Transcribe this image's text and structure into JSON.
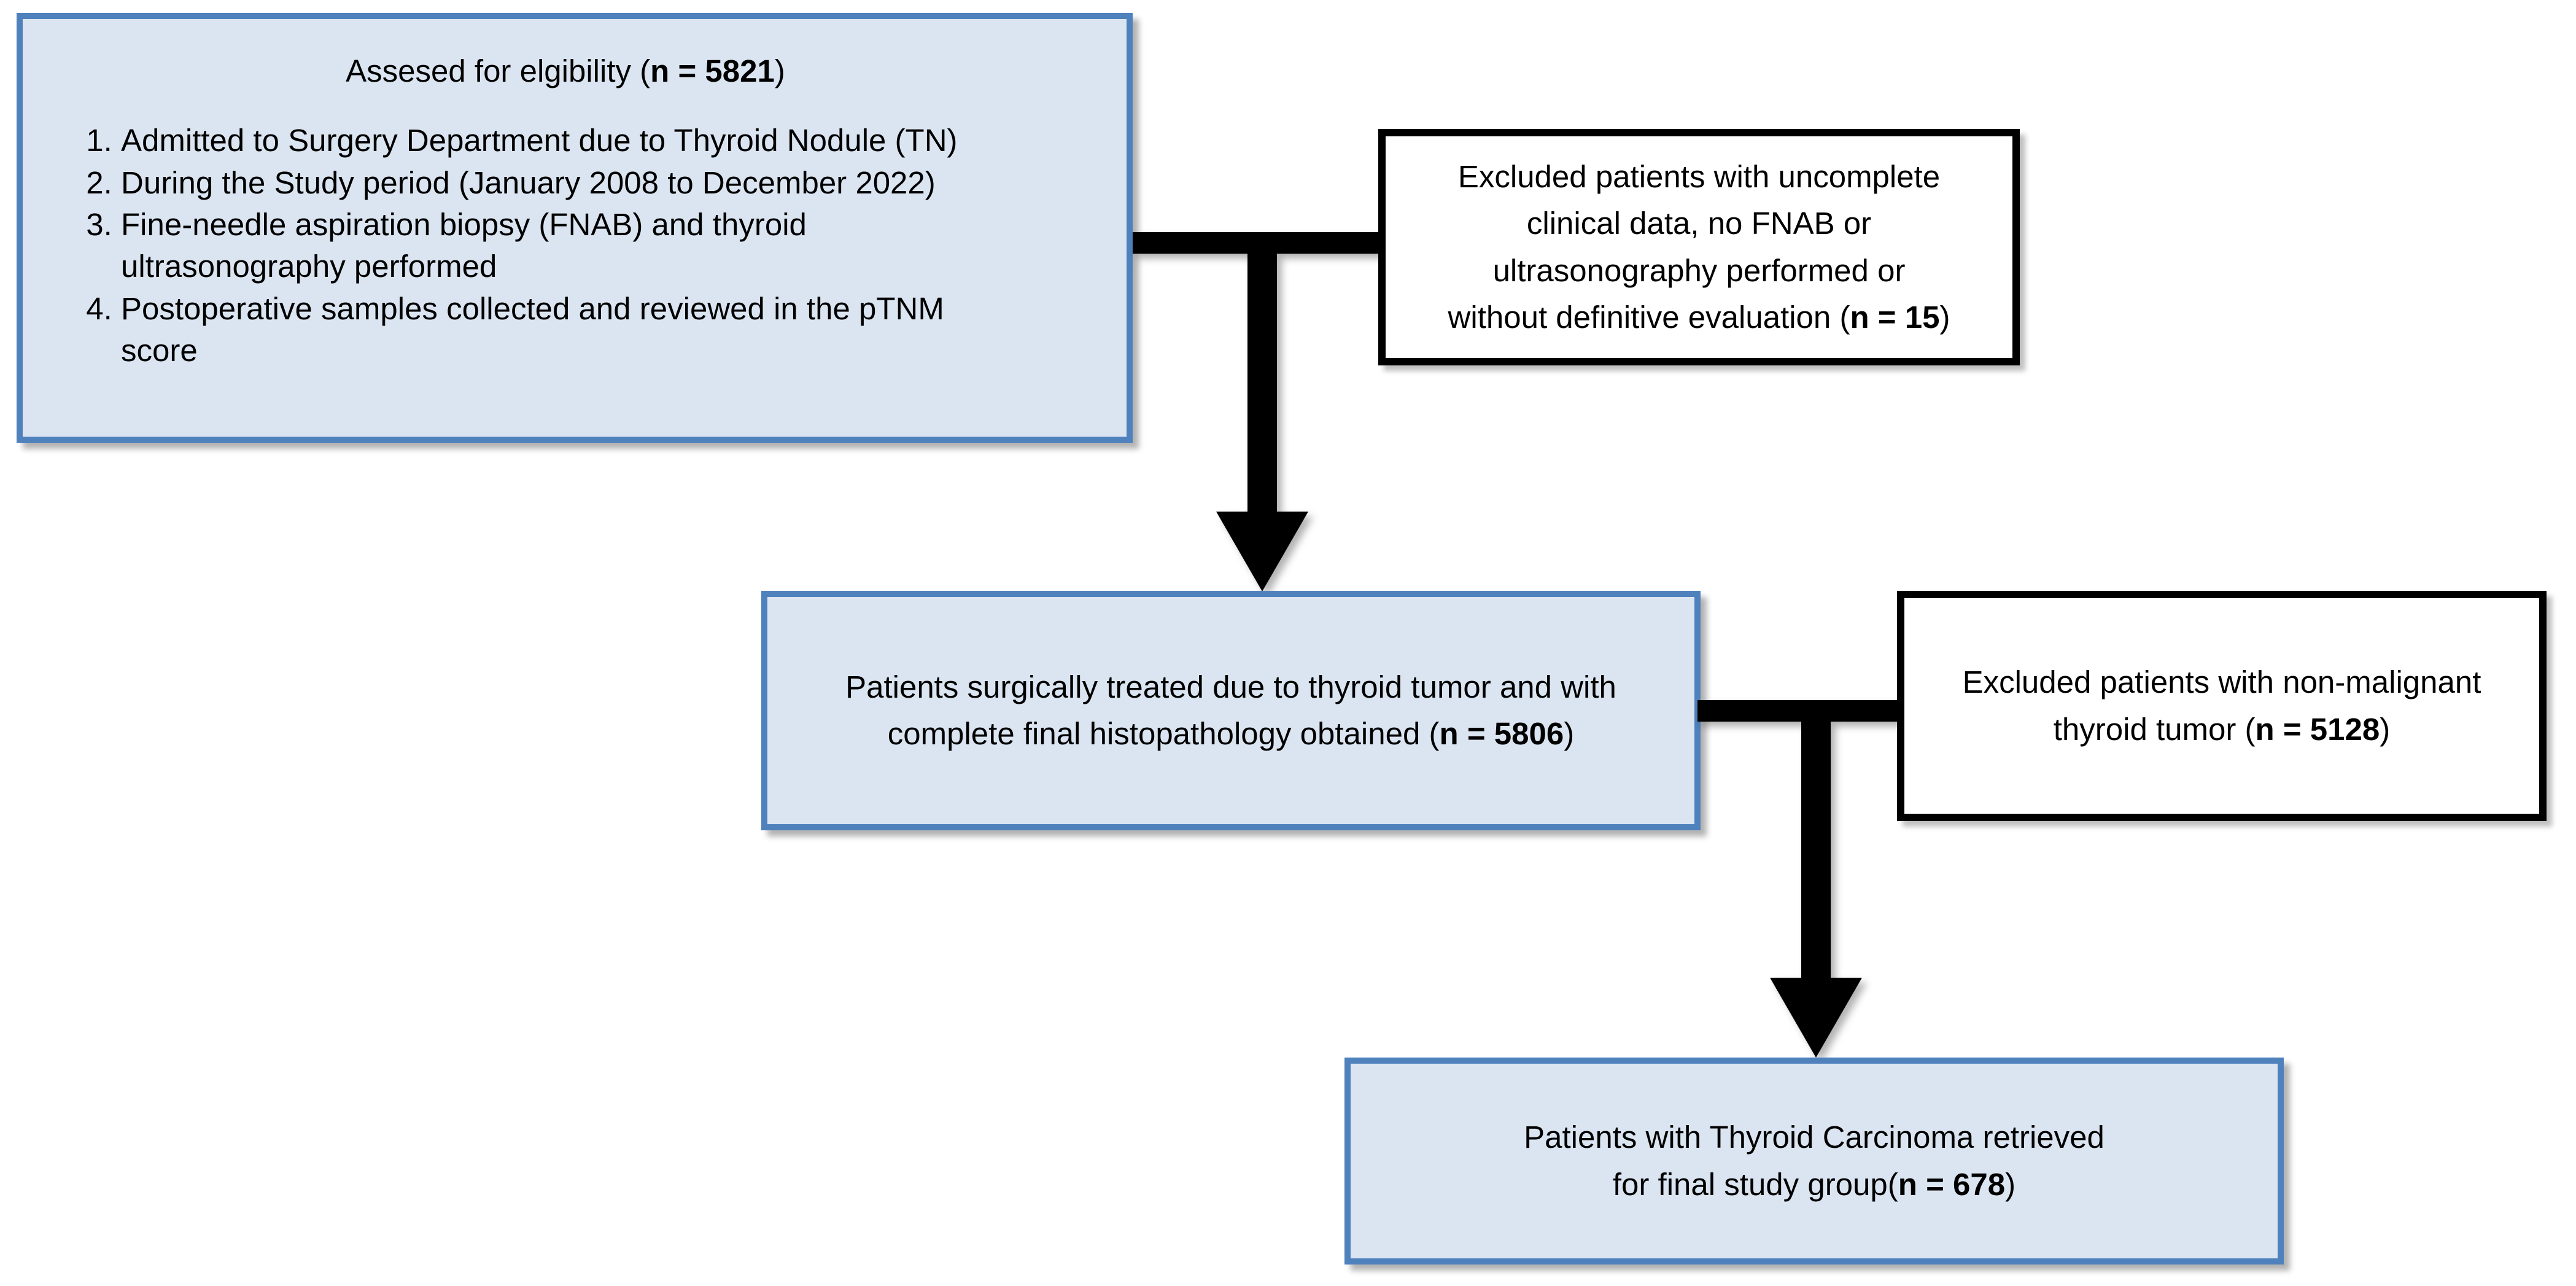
{
  "diagram": {
    "boxes": {
      "assessed": {
        "title_prefix": "Assesed for elgibility (",
        "title_n": "n = 5821",
        "title_suffix": ")",
        "criteria": [
          [
            "Admitted to Surgery Department due to Thyroid Nodule (TN)"
          ],
          [
            "During the Study period (January 2008 to December 2022)"
          ],
          [
            "Fine-needle aspiration biopsy (FNAB) and thyroid",
            "ultrasonography performed"
          ],
          [
            "Postoperative samples collected and reviewed in the pTNM",
            "score"
          ]
        ]
      },
      "excluded_incomplete": {
        "line1": "Excluded patients with uncomplete",
        "line2": "clinical data, no FNAB or",
        "line3": "ultrasonography performed or",
        "line4_prefix": "without definitive evaluation (",
        "n": "n = 15",
        "suffix": ")"
      },
      "surgical": {
        "line1": "Patients surgically treated due to thyroid tumor and with",
        "line2_prefix": "complete final histopathology obtained (",
        "n": "n = 5806",
        "suffix": ")"
      },
      "excluded_benign": {
        "line1": "Excluded patients with non-malignant",
        "line2_prefix": "thyroid tumor (",
        "n": "n = 5128",
        "suffix": ")"
      },
      "final": {
        "line1": "Patients with Thyroid Carcinoma retrieved",
        "line2_prefix": "for final study group(",
        "n": "n = 678",
        "suffix": ")"
      }
    },
    "colors": {
      "blue_box_fill": "#dbe5f1",
      "blue_box_border": "#4f81bd",
      "white_box_border": "#000000",
      "connector": "#000000"
    }
  }
}
